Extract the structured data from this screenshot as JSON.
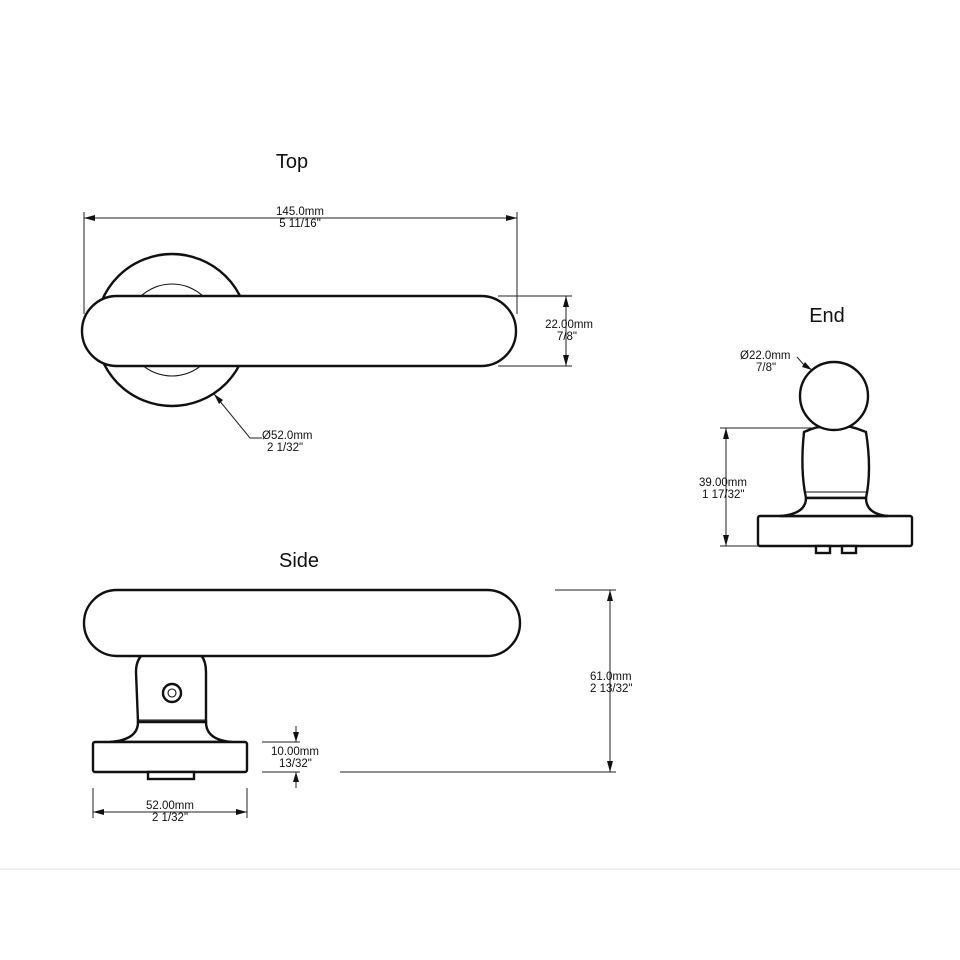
{
  "views": {
    "top": {
      "title": "Top"
    },
    "end": {
      "title": "End"
    },
    "side": {
      "title": "Side"
    }
  },
  "dimensions": {
    "top_length": {
      "metric": "145.0mm",
      "imperial": "5 11/16\""
    },
    "top_width": {
      "metric": "22.00mm",
      "imperial": "7/8\""
    },
    "top_rose": {
      "metric": "Ø52.0mm",
      "imperial": "2 1/32\""
    },
    "end_diameter": {
      "metric": "Ø22.0mm",
      "imperial": "7/8\""
    },
    "end_height": {
      "metric": "39.00mm",
      "imperial": "1 17/32\""
    },
    "side_height": {
      "metric": "61.0mm",
      "imperial": "2 13/32\""
    },
    "side_rose_thickness": {
      "metric": "10.00mm",
      "imperial": "13/32\""
    },
    "side_rose_diameter": {
      "metric": "52.00mm",
      "imperial": "2 1/32\""
    }
  }
}
